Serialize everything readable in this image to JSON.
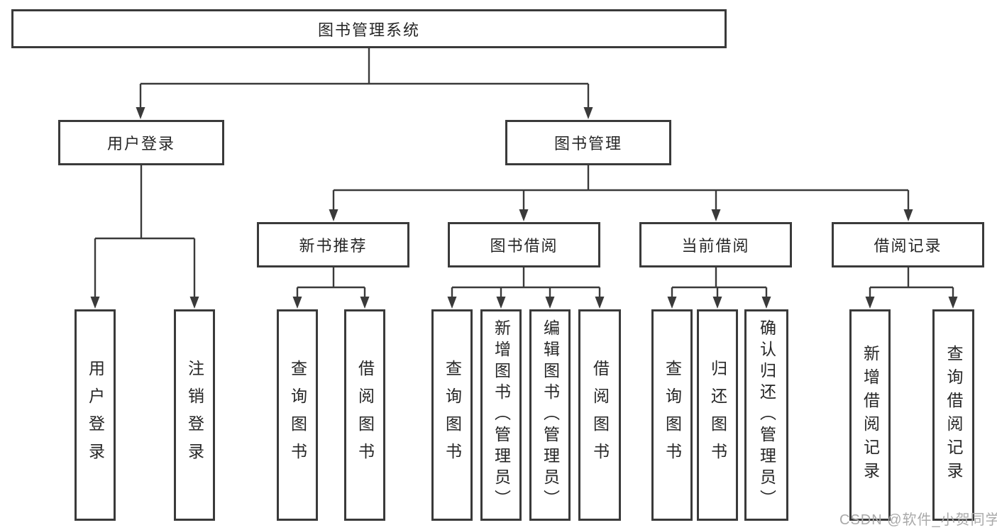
{
  "diagram": {
    "root": {
      "label": "图书管理系统"
    },
    "branches": [
      {
        "label": "用户登录",
        "children": [
          {
            "label": "用户登录"
          },
          {
            "label": "注销登录"
          }
        ]
      },
      {
        "label": "图书管理",
        "children": [
          {
            "label": "新书推荐",
            "children": [
              {
                "label": "查询图书"
              },
              {
                "label": "借阅图书"
              }
            ]
          },
          {
            "label": "图书借阅",
            "children": [
              {
                "label": "查询图书"
              },
              {
                "label": "新增图书（管理员）"
              },
              {
                "label": "编辑图书（管理员）"
              },
              {
                "label": "借阅图书"
              }
            ]
          },
          {
            "label": "当前借阅",
            "children": [
              {
                "label": "查询图书"
              },
              {
                "label": "归还图书"
              },
              {
                "label": "确认归还（管理员）"
              }
            ]
          },
          {
            "label": "借阅记录",
            "children": [
              {
                "label": "新增借阅记录"
              },
              {
                "label": "查询借阅记录"
              }
            ]
          }
        ]
      }
    ]
  },
  "watermark": {
    "text": "CSDN @软件_小贺同学"
  },
  "colors": {
    "line": "#3a3a3a",
    "box_border": "#3a3a3a",
    "text": "#262626",
    "background": "#ffffff",
    "watermark": "#a9a9a9"
  }
}
